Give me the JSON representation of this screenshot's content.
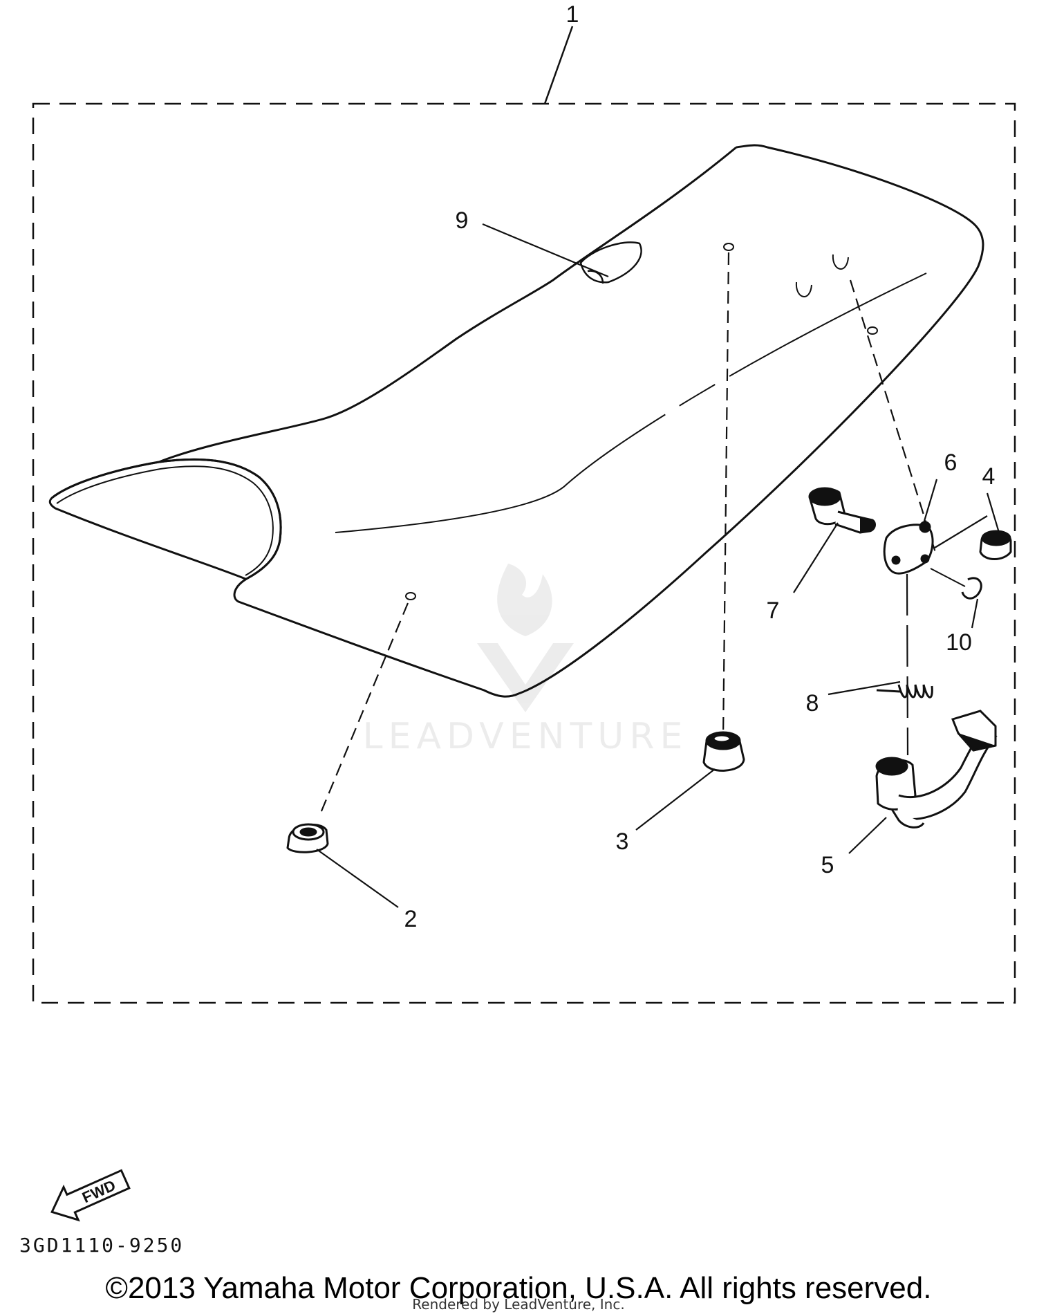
{
  "diagram": {
    "callouts": [
      "1",
      "2",
      "3",
      "4",
      "5",
      "6",
      "7",
      "8",
      "9",
      "10"
    ],
    "fwd_label": "FWD",
    "part_code": "3GD1110-9250",
    "watermark": "LEADVENTURE",
    "copyright": "©2013 Yamaha Motor Corporation, U.S.A. All rights reserved.",
    "rendered_by": "Rendered by LeadVenture, Inc."
  }
}
